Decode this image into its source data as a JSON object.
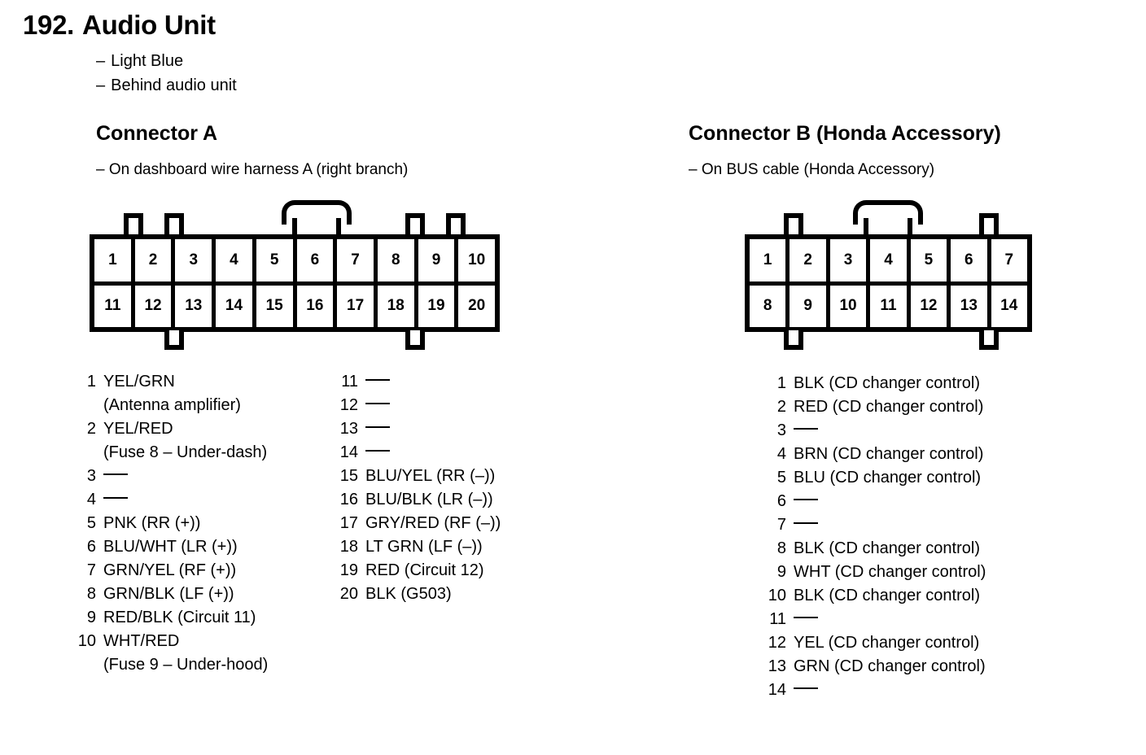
{
  "header": {
    "number": "192.",
    "title": "Audio Unit",
    "notes": [
      "Light Blue",
      "Behind audio unit"
    ],
    "dash": "–"
  },
  "connector_a": {
    "heading": "Connector A",
    "subtitle": "– On dashboard wire harness A (right branch)",
    "grid": {
      "columns": 10,
      "rows": 2,
      "top_row": [
        "1",
        "2",
        "3",
        "4",
        "5",
        "6",
        "7",
        "8",
        "9",
        "10"
      ],
      "bottom_row": [
        "11",
        "12",
        "13",
        "14",
        "15",
        "16",
        "17",
        "18",
        "19",
        "20"
      ]
    },
    "pins_left": [
      {
        "num": "1",
        "desc": "YEL/GRN",
        "cont": "(Antenna amplifier)",
        "empty": false
      },
      {
        "num": "2",
        "desc": "YEL/RED",
        "cont": "(Fuse 8 – Under-dash)",
        "empty": false
      },
      {
        "num": "3",
        "desc": "",
        "cont": "",
        "empty": true
      },
      {
        "num": "4",
        "desc": "",
        "cont": "",
        "empty": true
      },
      {
        "num": "5",
        "desc": "PNK (RR (+))",
        "cont": "",
        "empty": false
      },
      {
        "num": "6",
        "desc": "BLU/WHT (LR (+))",
        "cont": "",
        "empty": false
      },
      {
        "num": "7",
        "desc": "GRN/YEL (RF (+))",
        "cont": "",
        "empty": false
      },
      {
        "num": "8",
        "desc": "GRN/BLK (LF (+))",
        "cont": "",
        "empty": false
      },
      {
        "num": "9",
        "desc": "RED/BLK (Circuit 11)",
        "cont": "",
        "empty": false
      },
      {
        "num": "10",
        "desc": "WHT/RED",
        "cont": "(Fuse 9 – Under-hood)",
        "empty": false
      }
    ],
    "pins_right": [
      {
        "num": "11",
        "desc": "",
        "cont": "",
        "empty": true
      },
      {
        "num": "12",
        "desc": "",
        "cont": "",
        "empty": true
      },
      {
        "num": "13",
        "desc": "",
        "cont": "",
        "empty": true
      },
      {
        "num": "14",
        "desc": "",
        "cont": "",
        "empty": true
      },
      {
        "num": "15",
        "desc": "BLU/YEL (RR (–))",
        "cont": "",
        "empty": false
      },
      {
        "num": "16",
        "desc": "BLU/BLK (LR (–))",
        "cont": "",
        "empty": false
      },
      {
        "num": "17",
        "desc": "GRY/RED (RF (–))",
        "cont": "",
        "empty": false
      },
      {
        "num": "18",
        "desc": "LT GRN (LF (–))",
        "cont": "",
        "empty": false
      },
      {
        "num": "19",
        "desc": "RED (Circuit 12)",
        "cont": "",
        "empty": false
      },
      {
        "num": "20",
        "desc": "BLK (G503)",
        "cont": "",
        "empty": false
      }
    ]
  },
  "connector_b": {
    "heading": "Connector B (Honda Accessory)",
    "subtitle": "– On BUS cable (Honda Accessory)",
    "grid": {
      "columns": 7,
      "rows": 2,
      "top_row": [
        "1",
        "2",
        "3",
        "4",
        "5",
        "6",
        "7"
      ],
      "bottom_row": [
        "8",
        "9",
        "10",
        "11",
        "12",
        "13",
        "14"
      ]
    },
    "pins": [
      {
        "num": "1",
        "desc": "BLK (CD changer control)",
        "empty": false
      },
      {
        "num": "2",
        "desc": "RED (CD changer control)",
        "empty": false
      },
      {
        "num": "3",
        "desc": "",
        "empty": true
      },
      {
        "num": "4",
        "desc": "BRN (CD changer control)",
        "empty": false
      },
      {
        "num": "5",
        "desc": "BLU (CD changer control)",
        "empty": false
      },
      {
        "num": "6",
        "desc": "",
        "empty": true
      },
      {
        "num": "7",
        "desc": "",
        "empty": true
      },
      {
        "num": "8",
        "desc": "BLK (CD changer control)",
        "empty": false
      },
      {
        "num": "9",
        "desc": "WHT (CD changer control)",
        "empty": false
      },
      {
        "num": "10",
        "desc": "BLK (CD changer control)",
        "empty": false
      },
      {
        "num": "11",
        "desc": "",
        "empty": true
      },
      {
        "num": "12",
        "desc": "YEL (CD changer control)",
        "empty": false
      },
      {
        "num": "13",
        "desc": "GRN (CD changer control)",
        "empty": false
      },
      {
        "num": "14",
        "desc": "",
        "empty": true
      }
    ]
  },
  "colors": {
    "ink": "#000000",
    "paper": "#ffffff"
  }
}
